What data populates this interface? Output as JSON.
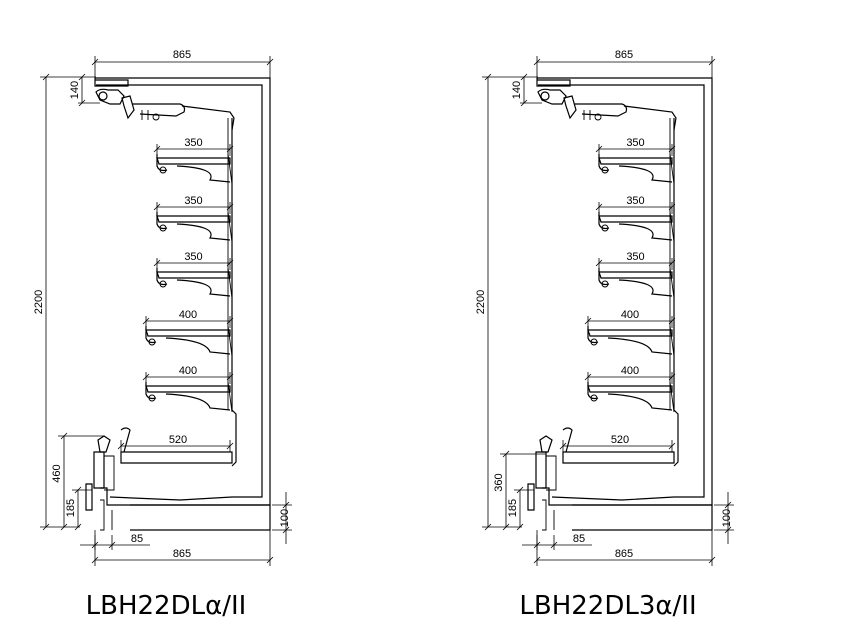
{
  "drawings": [
    {
      "id": "left",
      "caption": "LBH22DLα/II",
      "dims": {
        "width_top": "865",
        "width_bottom": "865",
        "height_total": "2200",
        "canopy": "140",
        "base_front": "460",
        "kick": "185",
        "toe": "85",
        "plinth": "100"
      },
      "shelves": [
        "350",
        "350",
        "350",
        "400",
        "400"
      ],
      "deck": "520"
    },
    {
      "id": "right",
      "caption": "LBH22DL3α/II",
      "dims": {
        "width_top": "865",
        "width_bottom": "865",
        "height_total": "2200",
        "canopy": "140",
        "base_front": "360",
        "kick": "185",
        "toe": "85",
        "plinth": "100"
      },
      "shelves": [
        "350",
        "350",
        "350",
        "400",
        "400"
      ],
      "deck": "520"
    }
  ]
}
